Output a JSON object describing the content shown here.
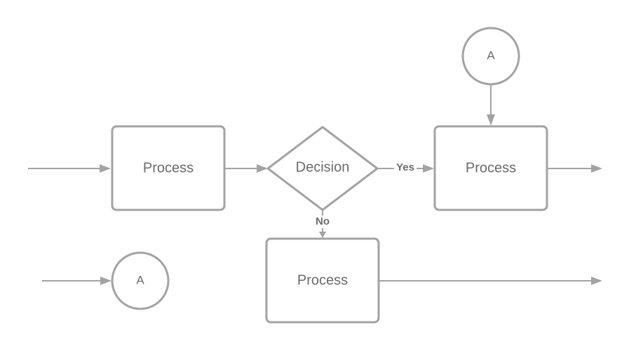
{
  "nodes": {
    "process_1": {
      "type": "process",
      "label": "Process"
    },
    "decision": {
      "type": "decision",
      "label": "Decision"
    },
    "process_yes": {
      "type": "process",
      "label": "Process"
    },
    "process_no": {
      "type": "process",
      "label": "Process"
    },
    "connector_top": {
      "type": "off-page-connector",
      "label": "A"
    },
    "connector_bottom": {
      "type": "off-page-connector",
      "label": "A"
    }
  },
  "edges": {
    "yes_label": "Yes",
    "no_label": "No"
  },
  "colors": {
    "stroke": "#a3a3a3",
    "text": "#6b6b6b",
    "background": "#ffffff"
  }
}
